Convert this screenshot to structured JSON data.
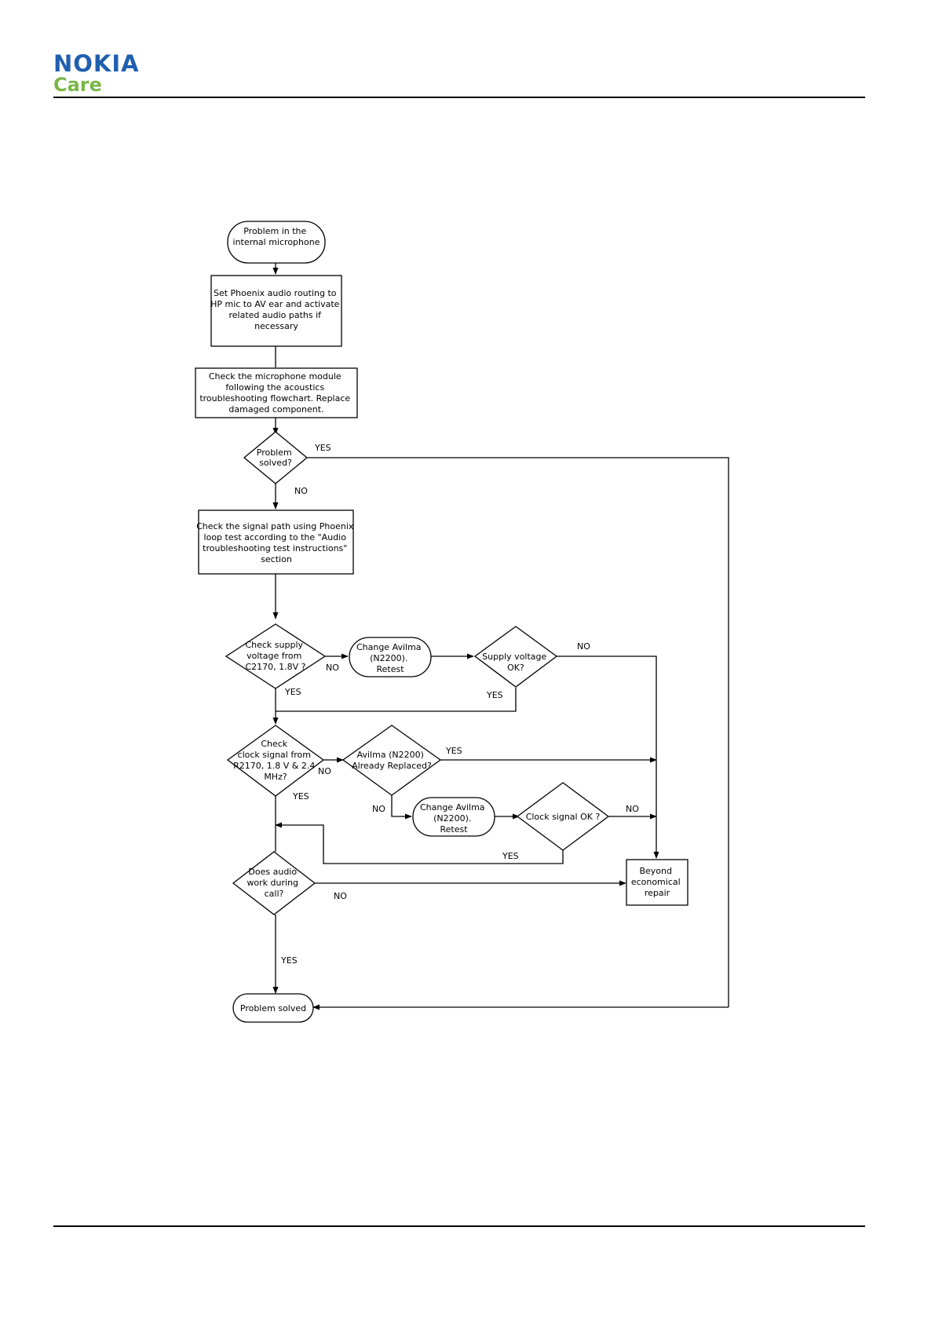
{
  "header": {
    "brand": "NOKIA",
    "brand_sub": "Care",
    "brand_color": "#1f5fb0",
    "brand_sub_color": "#7ab648"
  },
  "flowchart": {
    "nodes": {
      "start": [
        "Problem in the",
        "internal microphone"
      ],
      "set_routing": [
        "Set Phoenix audio routing to",
        "HP mic to AV ear and activate",
        "related audio paths if",
        "necessary"
      ],
      "check_mic": [
        "Check the microphone module",
        "following the acoustics",
        "troubleshooting  flowchart. Replace",
        "damaged component."
      ],
      "problem_solved_q": [
        "Problem",
        "solved?"
      ],
      "check_signal": [
        "Check the signal path using Phoenix",
        "loop test according to the \"Audio",
        "troubleshooting test instructions\"",
        "section"
      ],
      "check_supply": [
        "Check supply",
        "voltage from",
        "C2170, 1.8V ?"
      ],
      "change_avilma_1": [
        "Change Avilma",
        "(N2200).",
        "Retest"
      ],
      "supply_ok": [
        "Supply voltage",
        "OK?"
      ],
      "check_clock": [
        "Check",
        "clock signal from",
        "R2170, 1.8 V & 2.4",
        "MHz?"
      ],
      "avilma_replaced": [
        "Avilma (N2200)",
        "Already Replaced?"
      ],
      "change_avilma_2": [
        "Change Avilma",
        "(N2200).",
        "Retest"
      ],
      "clock_ok": [
        "Clock signal OK ?"
      ],
      "audio_call": [
        "Does audio",
        "work during",
        "call?"
      ],
      "beyond_repair": [
        "Beyond",
        "economical",
        "repair"
      ],
      "end": [
        "Problem solved"
      ]
    },
    "labels": {
      "yes": "YES",
      "no": "NO"
    }
  }
}
